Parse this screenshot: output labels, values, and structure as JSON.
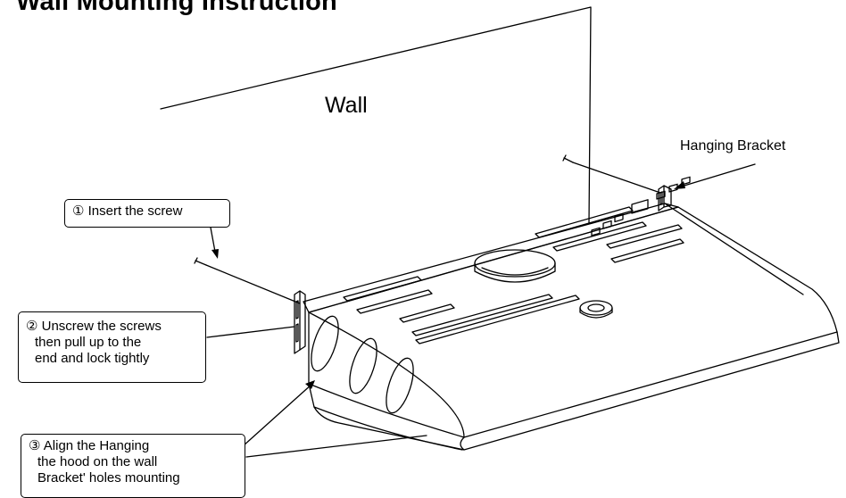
{
  "title": "Wall Mounting Instruction",
  "labels": {
    "wall": "Wall",
    "hanging_bracket": "Hanging Bracket"
  },
  "steps": [
    {
      "lines": [
        "① Insert the screw"
      ]
    },
    {
      "lines": [
        "② Unscrew the screws",
        "then pull up to the",
        "end and lock tightly"
      ]
    },
    {
      "lines": [
        "③ Align the Hanging",
        "the hood on the wall",
        "Bracket' holes mounting"
      ]
    }
  ]
}
